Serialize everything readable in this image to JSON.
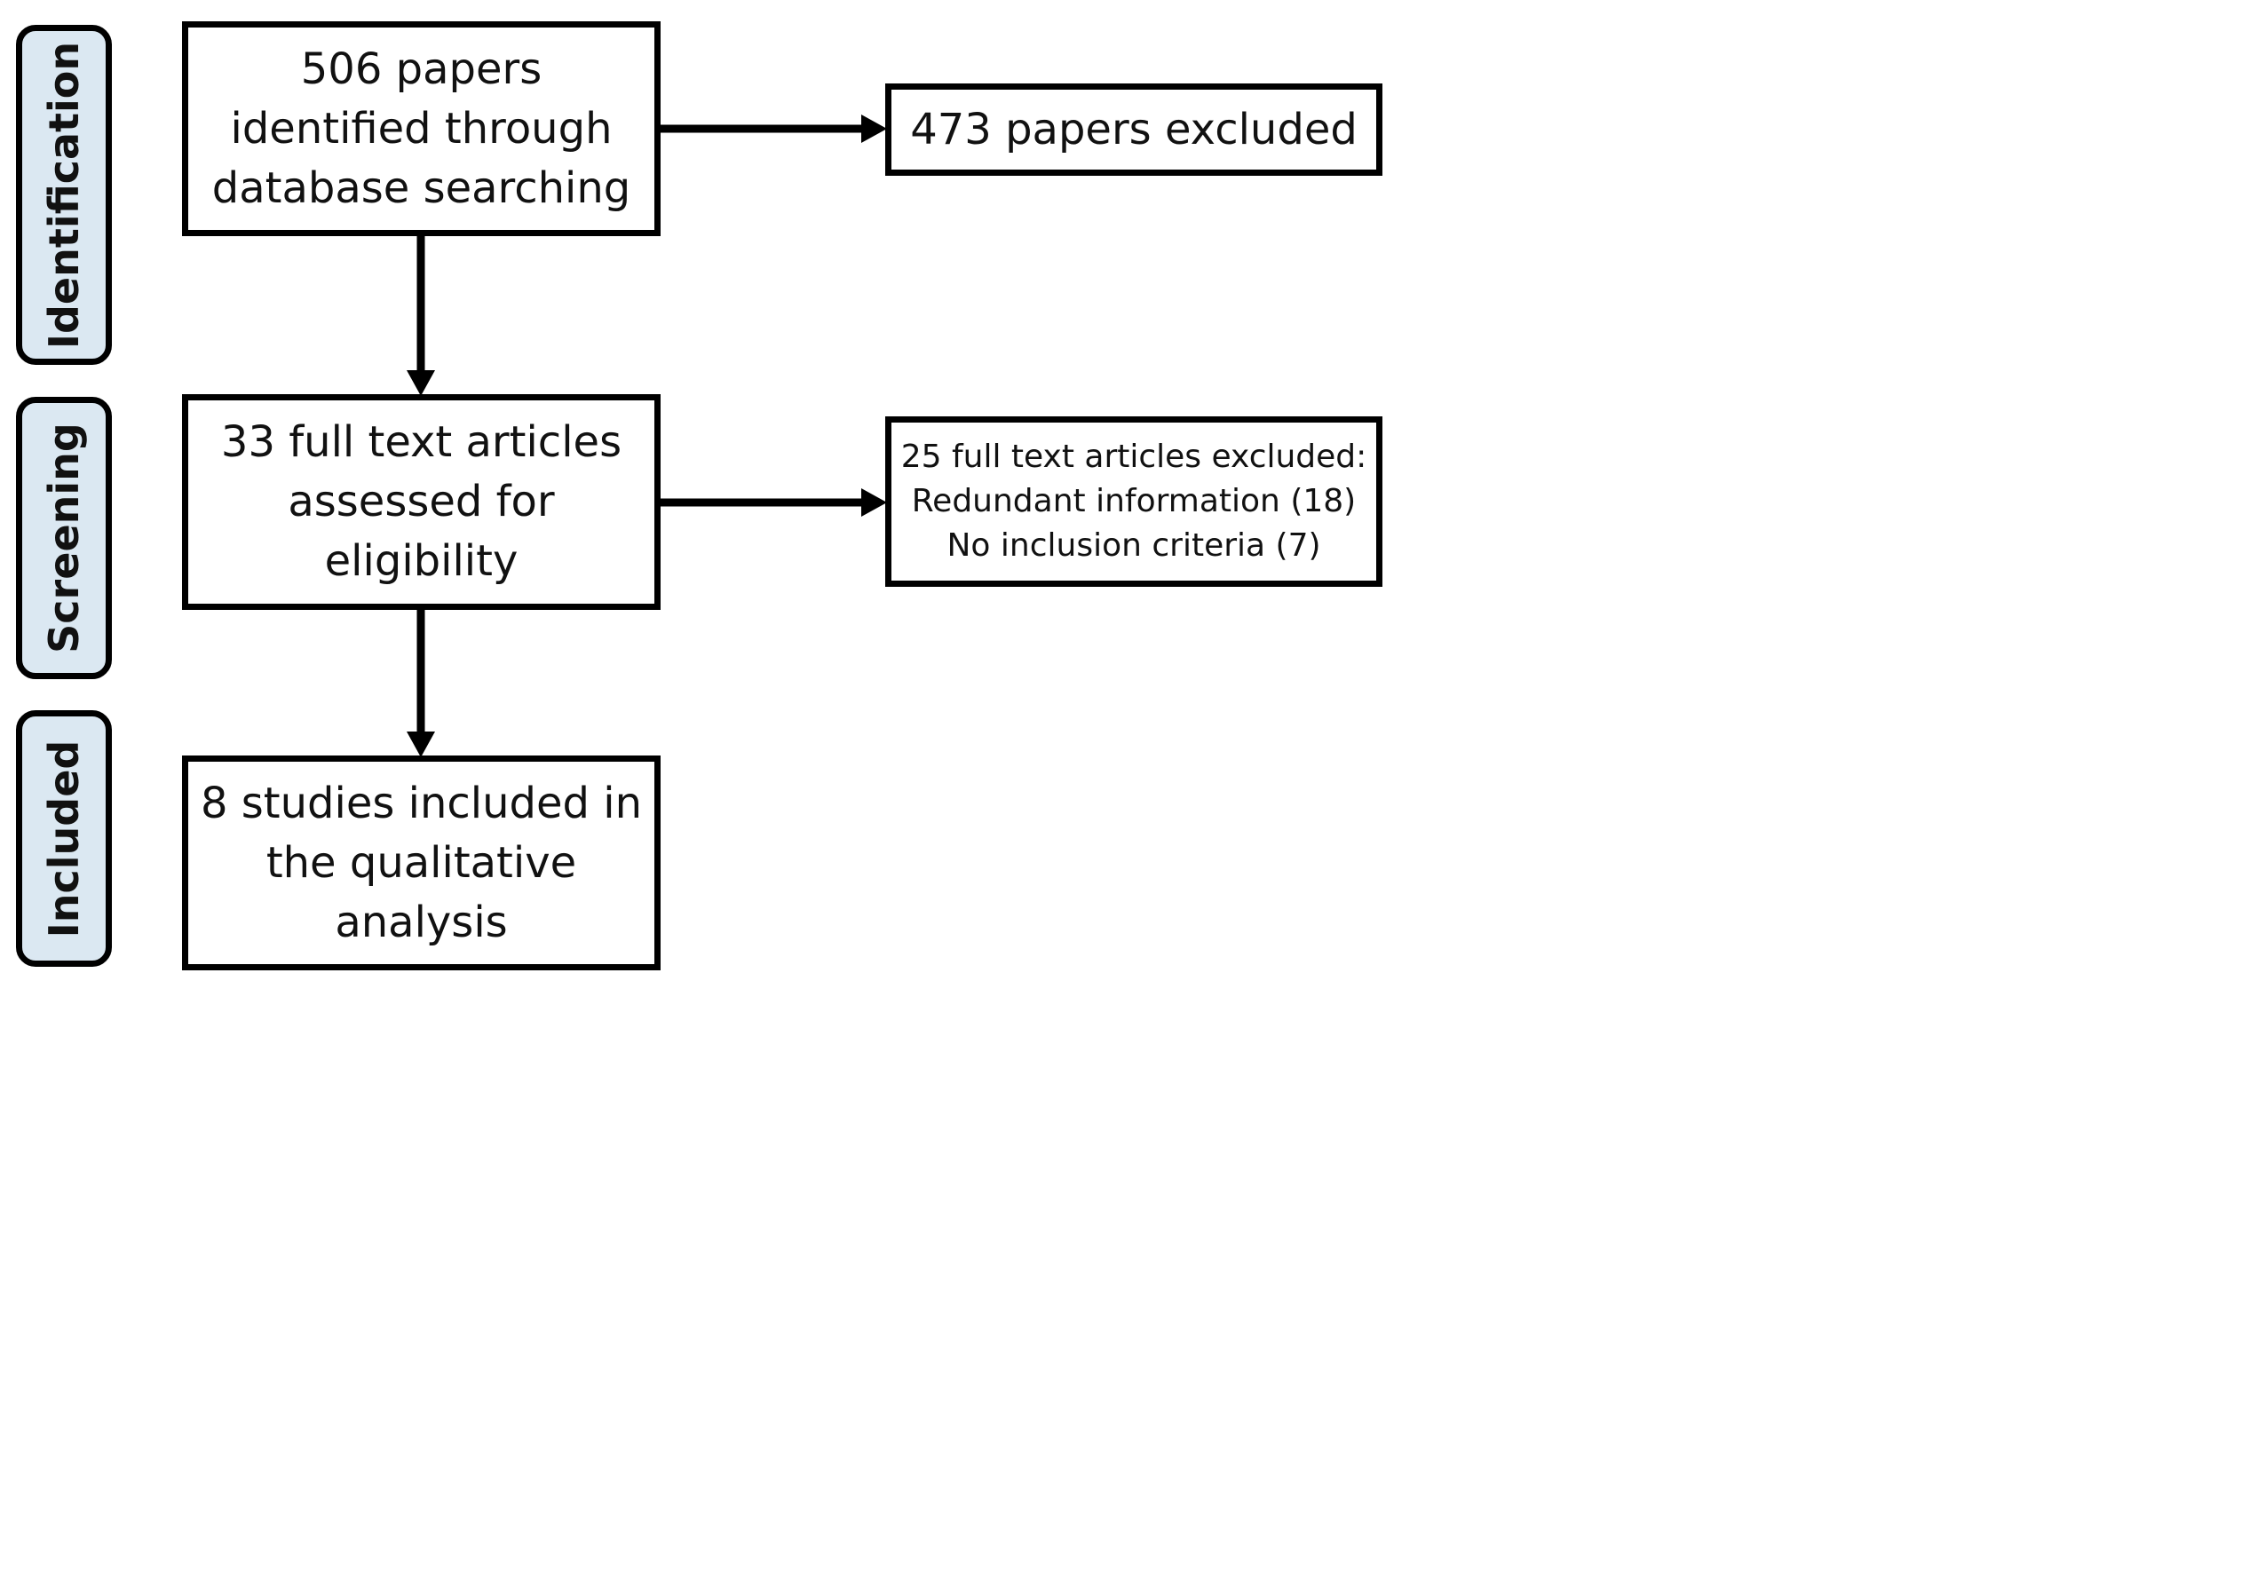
{
  "stages": [
    {
      "label": "Identification"
    },
    {
      "label": "Screening"
    },
    {
      "label": "Included"
    }
  ],
  "boxes": {
    "identified": "506 papers\nidentified through\ndatabase searching",
    "excluded_first": "473 papers excluded",
    "assessed": "33 full text articles\nassessed for\neligibility",
    "excluded_second": "25 full text articles excluded:\nRedundant information (18)\nNo inclusion criteria (7)",
    "included": "8 studies included in\nthe qualitative\nanalysis"
  },
  "colors": {
    "stage_fill": "#dbe8f2",
    "stroke": "#000000"
  }
}
